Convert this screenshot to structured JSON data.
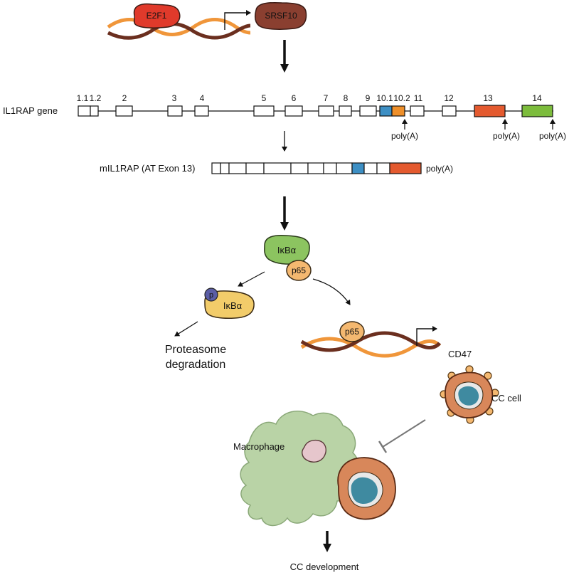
{
  "colors": {
    "e2f1": "#e03a2b",
    "srsf10": "#8a3f30",
    "dna_orange": "#f0963a",
    "dna_brown": "#6b2f1f",
    "exon_blue": "#3d8fc4",
    "exon_orange": "#ee8f2a",
    "exon_red": "#e45a2f",
    "exon_green": "#7cbc3c",
    "ikba_green": "#8cc460",
    "ikba_yellow": "#f2cc6a",
    "p65": "#f4b870",
    "phospho": "#5b5ea6",
    "macrophage": "#b9d3a6",
    "cc_cell": "#d8875a",
    "nucleus": "#3f8aa0"
  },
  "top": {
    "e2f1_label": "E2F1",
    "srsf10_label": "SRSF10"
  },
  "gene": {
    "label": "IL1RAP gene",
    "exon_labels": [
      "1.1",
      "1.2",
      "2",
      "3",
      "4",
      "5",
      "6",
      "7",
      "8",
      "9",
      "10.1",
      "10.2",
      "11",
      "12",
      "13",
      "14"
    ],
    "polyA_labels": [
      "poly(A)",
      "poly(A)",
      "poly(A)"
    ]
  },
  "transcript": {
    "label": "mIL1RAP (AT Exon 13)",
    "polyA_label": "poly(A)"
  },
  "signaling": {
    "ikba_label": "IκBα",
    "p65_label": "p65",
    "phospho_label": "p",
    "ikba_free_label": "IκBα",
    "proteasome_line1": "Proteasome",
    "proteasome_line2": "degradation",
    "p65_bound_label": "p65",
    "cd47_label": "CD47"
  },
  "cells": {
    "cc_cell_label": "CC cell",
    "macrophage_label": "Macrophage"
  },
  "outcome": {
    "label": "CC development"
  }
}
